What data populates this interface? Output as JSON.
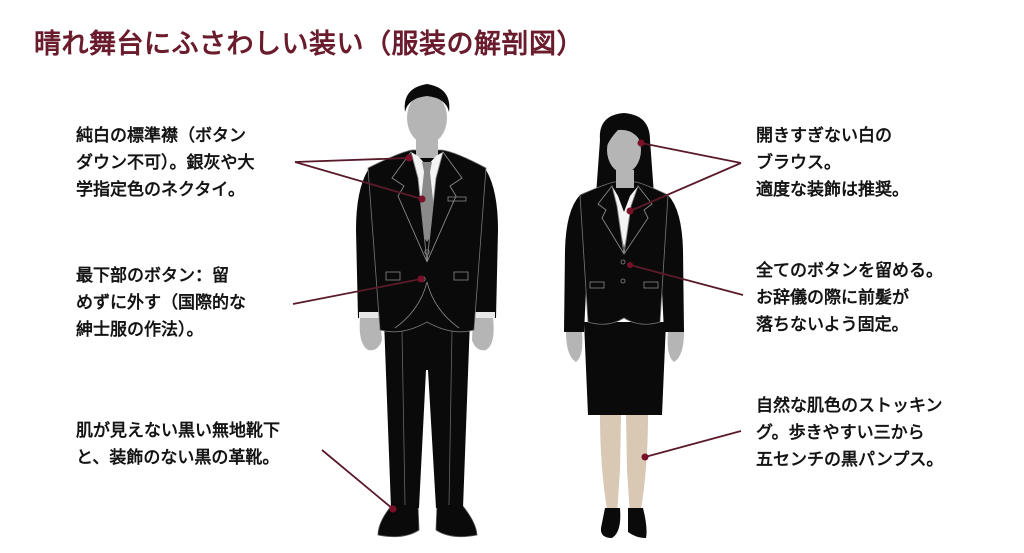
{
  "title": "晴れ舞台にふさわしい装い（服装の解剖図）",
  "colors": {
    "title": "#6a1b2c",
    "leader_line": "#5a1a2a",
    "leader_dot": "#7a1028",
    "suit": "#0a0a0a",
    "skin_silhouette": "#b5b5b5",
    "tie": "#8a8a8a",
    "stockings": "#d8c8b4"
  },
  "figures": {
    "male": {
      "label": "male-suit-figure"
    },
    "female": {
      "label": "female-suit-figure"
    }
  },
  "annotations": {
    "left": [
      {
        "id": "collar-tie",
        "text": "純白の標準襟（ボタン\nダウン不可）。銀灰や大\n学指定色のネクタイ。"
      },
      {
        "id": "bottom-button",
        "text": "最下部のボタン：留\nめずに外す（国際的な\n紳士服の作法）。"
      },
      {
        "id": "socks-shoes",
        "text": "肌が見えない黒い無地靴下\nと、装飾のない黒の革靴。"
      }
    ],
    "right": [
      {
        "id": "blouse-hair",
        "text": "開きすぎない白の\nブラウス。\n適度な装飾は推奨。"
      },
      {
        "id": "buttons-hair",
        "text": "全てのボタンを留める。\nお辞儀の際に前髪が\n落ちないよう固定。"
      },
      {
        "id": "stockings-pumps",
        "text": "自然な肌色のストッキン\nグ。歩きやすい三から\n五センチの黒パンプス。"
      }
    ]
  }
}
